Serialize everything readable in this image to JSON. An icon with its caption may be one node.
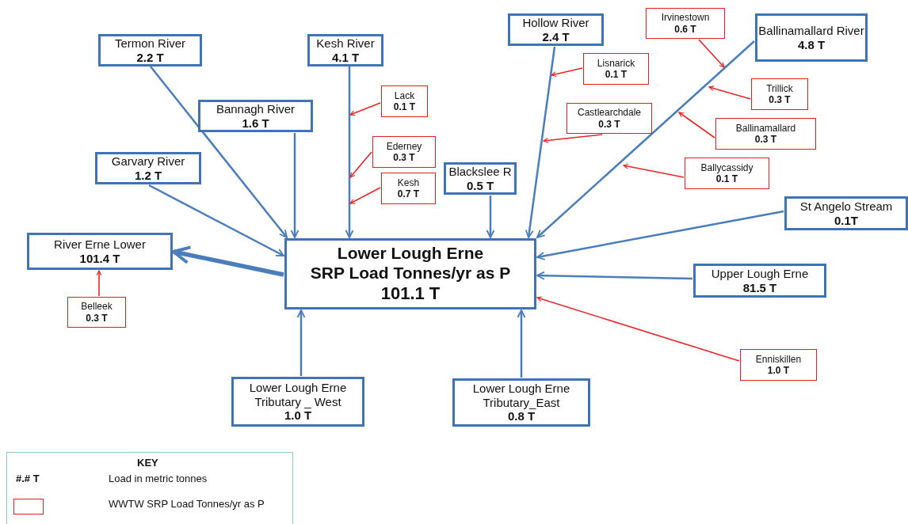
{
  "diagram": {
    "nodes": [
      {
        "text": [
          "Irvinestown",
          "0.6 T"
        ]
      },
      {
        "text": [
          "Ballinamallard River",
          "4.8 T"
        ]
      },
      {
        "text": [
          "Hollow River",
          "2.4 T"
        ]
      },
      {
        "text": [
          "Termon River",
          "2.2 T"
        ]
      },
      {
        "text": [
          "Kesh River",
          "4.1 T"
        ]
      },
      {
        "text": [
          "Lisnarick",
          "0.1 T"
        ]
      },
      {
        "text": [
          "Trillick",
          "0.3 T"
        ]
      },
      {
        "text": [
          "Lack",
          "0.1 T"
        ]
      },
      {
        "text": [
          "Bannagh River",
          "1.6 T"
        ]
      },
      {
        "text": [
          "Castlearchdale",
          "0.3 T"
        ]
      },
      {
        "text": [
          "Ballinamallard",
          "0.3 T"
        ]
      },
      {
        "text": [
          "Ederney",
          "0.3 T"
        ]
      },
      {
        "text": [
          "Garvary River",
          "1.2 T"
        ]
      },
      {
        "text": [
          "Blackslee R",
          "0.5 T"
        ]
      },
      {
        "text": [
          "Kesh",
          "0.7 T"
        ]
      },
      {
        "text": [
          "Ballycassidy",
          "0.1 T"
        ]
      },
      {
        "text": [
          "St Angelo Stream",
          "0.1T"
        ]
      },
      {
        "text": [
          "River Erne Lower",
          "101.4 T"
        ]
      },
      {
        "text": [
          "Lower Lough Erne",
          "SRP Load Tonnes/yr as P",
          "101.1 T"
        ]
      },
      {
        "text": [
          "Upper Lough Erne",
          "81.5 T"
        ]
      },
      {
        "text": [
          "Belleek",
          "0.3 T"
        ]
      },
      {
        "text": [
          "Enniskillen",
          "1.0 T"
        ]
      },
      {
        "text": [
          "Lower Lough Erne Tributary _ West",
          "1.0 T"
        ]
      },
      {
        "text": [
          "Lower Lough Erne Tributary_East",
          "0.8 T"
        ]
      }
    ],
    "edges": [
      {
        "from": 3,
        "to": 18,
        "arrow": "to"
      },
      {
        "from": 8,
        "to": 18,
        "arrow": "to"
      },
      {
        "from": 4,
        "to": 18,
        "arrow": "to"
      },
      {
        "from": 12,
        "to": 18,
        "arrow": "to"
      },
      {
        "from": 13,
        "to": 18,
        "arrow": "to"
      },
      {
        "from": 2,
        "to": 18,
        "arrow": "to"
      },
      {
        "from": 1,
        "to": 18,
        "arrow": "to"
      },
      {
        "from": 16,
        "to": 18,
        "arrow": "to"
      },
      {
        "from": 19,
        "to": 18,
        "arrow": "to"
      },
      {
        "from": 22,
        "to": 18,
        "arrow": "to"
      },
      {
        "from": 23,
        "to": 18,
        "arrow": "to"
      },
      {
        "from": 18,
        "to": 17,
        "arrow": "to",
        "style": "thick"
      },
      {
        "from": 7,
        "to": null,
        "arrow": "to",
        "color": "#e8262a"
      },
      {
        "from": 11,
        "to": null,
        "arrow": "to",
        "color": "#e8262a"
      },
      {
        "from": 14,
        "to": null,
        "arrow": "to",
        "color": "#e8262a"
      },
      {
        "from": 5,
        "to": null,
        "arrow": "to",
        "color": "#e8262a"
      },
      {
        "from": 9,
        "to": null,
        "arrow": "to",
        "color": "#e8262a"
      },
      {
        "from": 0,
        "to": null,
        "arrow": "to",
        "color": "#e8262a"
      },
      {
        "from": 6,
        "to": null,
        "arrow": "to",
        "color": "#e8262a"
      },
      {
        "from": 10,
        "to": null,
        "arrow": "to",
        "color": "#e8262a"
      },
      {
        "from": 15,
        "to": null,
        "arrow": "to",
        "color": "#e8262a"
      },
      {
        "from": 20,
        "to": 17,
        "arrow": "to",
        "color": "#e8262a"
      },
      {
        "from": 21,
        "to": 18,
        "arrow": "to",
        "color": "#e8262a"
      }
    ],
    "labels": [
      "KEY",
      "#.# T"
    ],
    "legend": [
      {
        "text": "Load in metric tonnes"
      },
      {
        "text": "WWTW SRP Load Tonnes/yr as P"
      }
    ]
  }
}
